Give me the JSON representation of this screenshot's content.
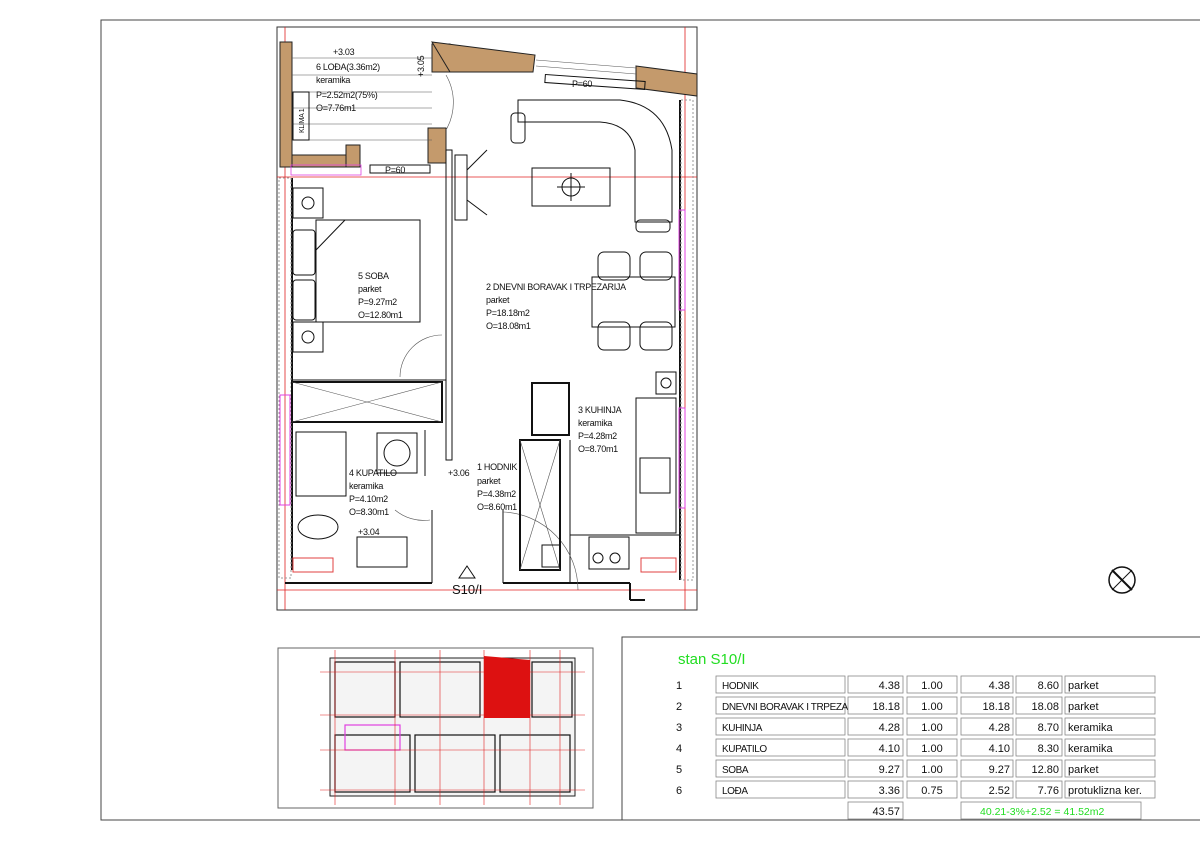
{
  "plan": {
    "rooms": [
      {
        "label": "6 LOĐA(3.36m2)",
        "floor": "keramika",
        "area": "P=2.52m2(75%)",
        "perimeter": "O=7.76m1"
      },
      {
        "label": "5 SOBA",
        "floor": "parket",
        "area": "P=9.27m2",
        "perimeter": "O=12.80m1"
      },
      {
        "label": "2 DNEVNI BORAVAK I TRPEZARIJA",
        "floor": "parket",
        "area": "P=18.18m2",
        "perimeter": "O=18.08m1"
      },
      {
        "label": "3 KUHINJA",
        "floor": "keramika",
        "area": "P=4.28m2",
        "perimeter": "O=8.70m1"
      },
      {
        "label": "1 HODNIK",
        "floor": "parket",
        "area": "P=4.38m2",
        "perimeter": "O=8.60m1"
      },
      {
        "label": "4 KUPATILO",
        "floor": "keramika",
        "area": "P=4.10m2",
        "perimeter": "O=8.30m1"
      }
    ],
    "levels": [
      "+3.03",
      "+3.05",
      "+3.06",
      "+3.04"
    ],
    "windows": [
      "P=60",
      "P=60"
    ],
    "klima": "KLIMA 1",
    "unit_marker": "S10/I"
  },
  "table": {
    "title": "stan S10/I",
    "rows": [
      {
        "no": "1",
        "name": "HODNIK",
        "area": "4.38",
        "coef": "1.00",
        "net": "4.38",
        "perimeter": "8.60",
        "floor": "parket"
      },
      {
        "no": "2",
        "name": "DNEVNI BORAVAK I TRPEZARIJA",
        "area": "18.18",
        "coef": "1.00",
        "net": "18.18",
        "perimeter": "18.08",
        "floor": "parket"
      },
      {
        "no": "3",
        "name": "KUHINJA",
        "area": "4.28",
        "coef": "1.00",
        "net": "4.28",
        "perimeter": "8.70",
        "floor": "keramika"
      },
      {
        "no": "4",
        "name": "KUPATILO",
        "area": "4.10",
        "coef": "1.00",
        "net": "4.10",
        "perimeter": "8.30",
        "floor": "keramika"
      },
      {
        "no": "5",
        "name": "SOBA",
        "area": "9.27",
        "coef": "1.00",
        "net": "9.27",
        "perimeter": "12.80",
        "floor": "parket"
      },
      {
        "no": "6",
        "name": "LOĐA",
        "area": "3.36",
        "coef": "0.75",
        "net": "2.52",
        "perimeter": "7.76",
        "floor": "protuklizna ker."
      }
    ],
    "total_area": "43.57",
    "total_formula": "40.21-3%+2.52 = 41.52m2"
  },
  "colors": {
    "highlight": "#dd1111",
    "title_green": "#22dd22",
    "grid_red": "#e02020",
    "wall_fill": "#c49a6c"
  }
}
